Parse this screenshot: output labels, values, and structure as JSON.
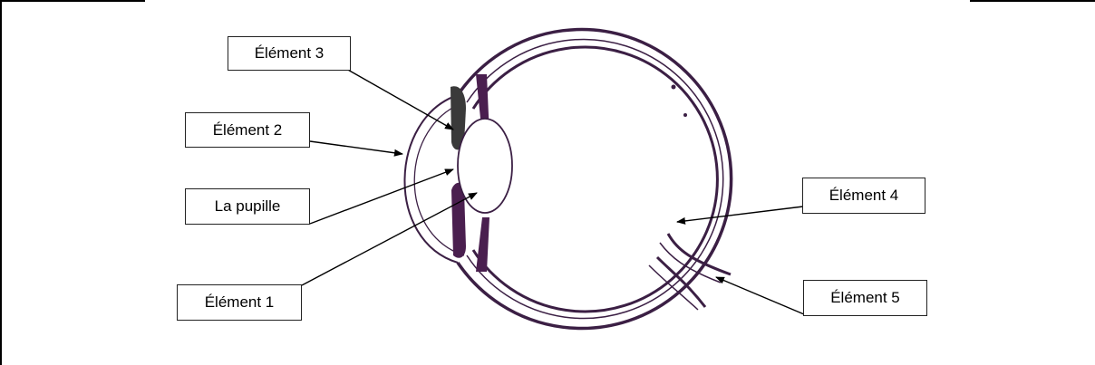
{
  "labels": {
    "element3": "Élément 3",
    "element2": "Élément 2",
    "pupille": "La pupille",
    "element1": "Élément 1",
    "element4": "Élément 4",
    "element5": "Élément 5"
  },
  "colors": {
    "eye_outline": "#3b1f44",
    "iris_fill": "#4a1f4f",
    "iris_upper_fill": "#3a3a3a",
    "arrow": "#000000"
  }
}
